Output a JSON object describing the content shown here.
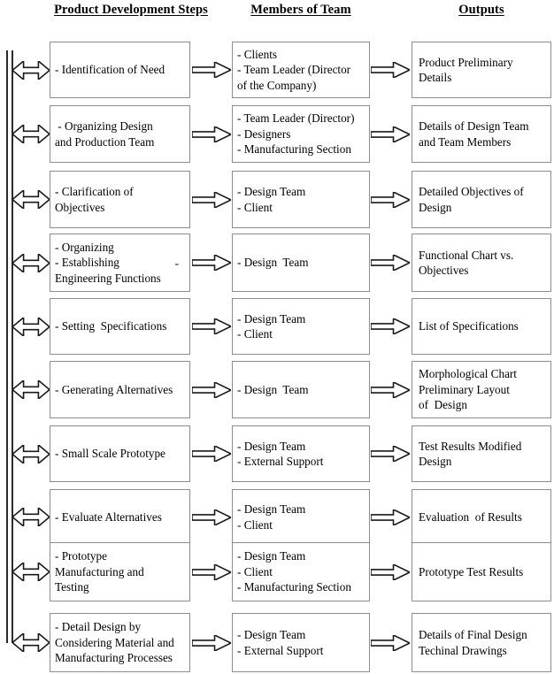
{
  "headers": {
    "col1": "Product Development Steps",
    "col2": "Members of Team",
    "col3": "Outputs"
  },
  "icons": {
    "double_arrow": "double-headed-arrow-icon",
    "right_arrow": "right-arrow-icon"
  },
  "colors": {
    "box_border": "#8d8d8d",
    "arrow_stroke": "#1a1a1a",
    "rail": "#2b2b2b",
    "text": "#000000",
    "background": "#ffffff"
  },
  "rows": [
    {
      "step": [
        "- Identification of Need"
      ],
      "members": [
        "- Clients",
        "- Team Leader (Director",
        "of the Company)"
      ],
      "outputs": [
        "Product Preliminary",
        "Details"
      ]
    },
    {
      "step": [
        " - Organizing Design",
        "and Production Team"
      ],
      "members": [
        "- Team Leader (Director)",
        "- Designers",
        "- Manufacturing Section"
      ],
      "outputs": [
        "Details of Design Team",
        "and Team Members"
      ]
    },
    {
      "step": [
        "- Clarification of",
        "Objectives"
      ],
      "members": [
        "- Design Team",
        "- Client"
      ],
      "outputs": [
        "Detailed Objectives of",
        "Design"
      ]
    },
    {
      "step": [
        "- Organizing",
        "- Establishing",
        "Engineering Functions"
      ],
      "step_trailing_dash": "-",
      "members": [
        "- Design  Team"
      ],
      "outputs": [
        "Functional Chart vs.",
        "Objectives"
      ]
    },
    {
      "step": [
        "- Setting  Specifications"
      ],
      "members": [
        "- Design Team",
        "- Client"
      ],
      "outputs": [
        "List of Specifications"
      ]
    },
    {
      "step": [
        "- Generating Alternatives"
      ],
      "members": [
        "- Design  Team"
      ],
      "outputs": [
        "Morphological Chart",
        "Preliminary Layout",
        "of  Design"
      ]
    },
    {
      "step": [
        "- Small Scale Prototype"
      ],
      "members": [
        "- Design Team",
        "- External Support"
      ],
      "outputs": [
        "Test Results Modified",
        "Design"
      ]
    },
    {
      "step": [
        "- Evaluate Alternatives"
      ],
      "members": [
        "- Design Team",
        "- Client"
      ],
      "outputs": [
        "Evaluation  of Results"
      ]
    },
    {
      "step": [
        "- Prototype",
        "Manufacturing and",
        "Testing"
      ],
      "members": [
        "- Design Team",
        "- Client",
        "- Manufacturing Section"
      ],
      "outputs": [
        "Prototype Test Results"
      ]
    },
    {
      "step": [
        "- Detail Design by",
        "Considering Material and",
        "Manufacturing Processes"
      ],
      "members": [
        "- Design Team",
        "- External Support"
      ],
      "outputs": [
        "Details of Final Design",
        "Techinal Drawings"
      ]
    }
  ]
}
